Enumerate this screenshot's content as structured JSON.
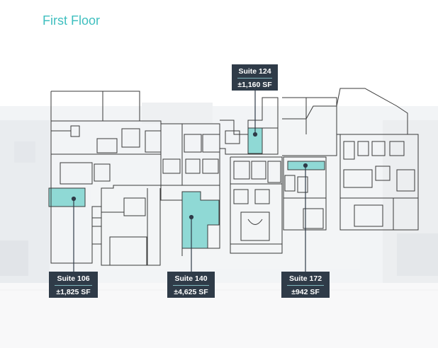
{
  "title": "First Floor",
  "colors": {
    "accent": "#3fbfbf",
    "suite_fill": "#8fd9d5",
    "label_bg": "#2f3b48",
    "wall": "#3a3a3a"
  },
  "suites": [
    {
      "name": "Suite 124",
      "size": "±1,160 SF"
    },
    {
      "name": "Suite 106",
      "size": "±1,825 SF"
    },
    {
      "name": "Suite 140",
      "size": "±4,625 SF"
    },
    {
      "name": "Suite 172",
      "size": "±942 SF"
    }
  ]
}
